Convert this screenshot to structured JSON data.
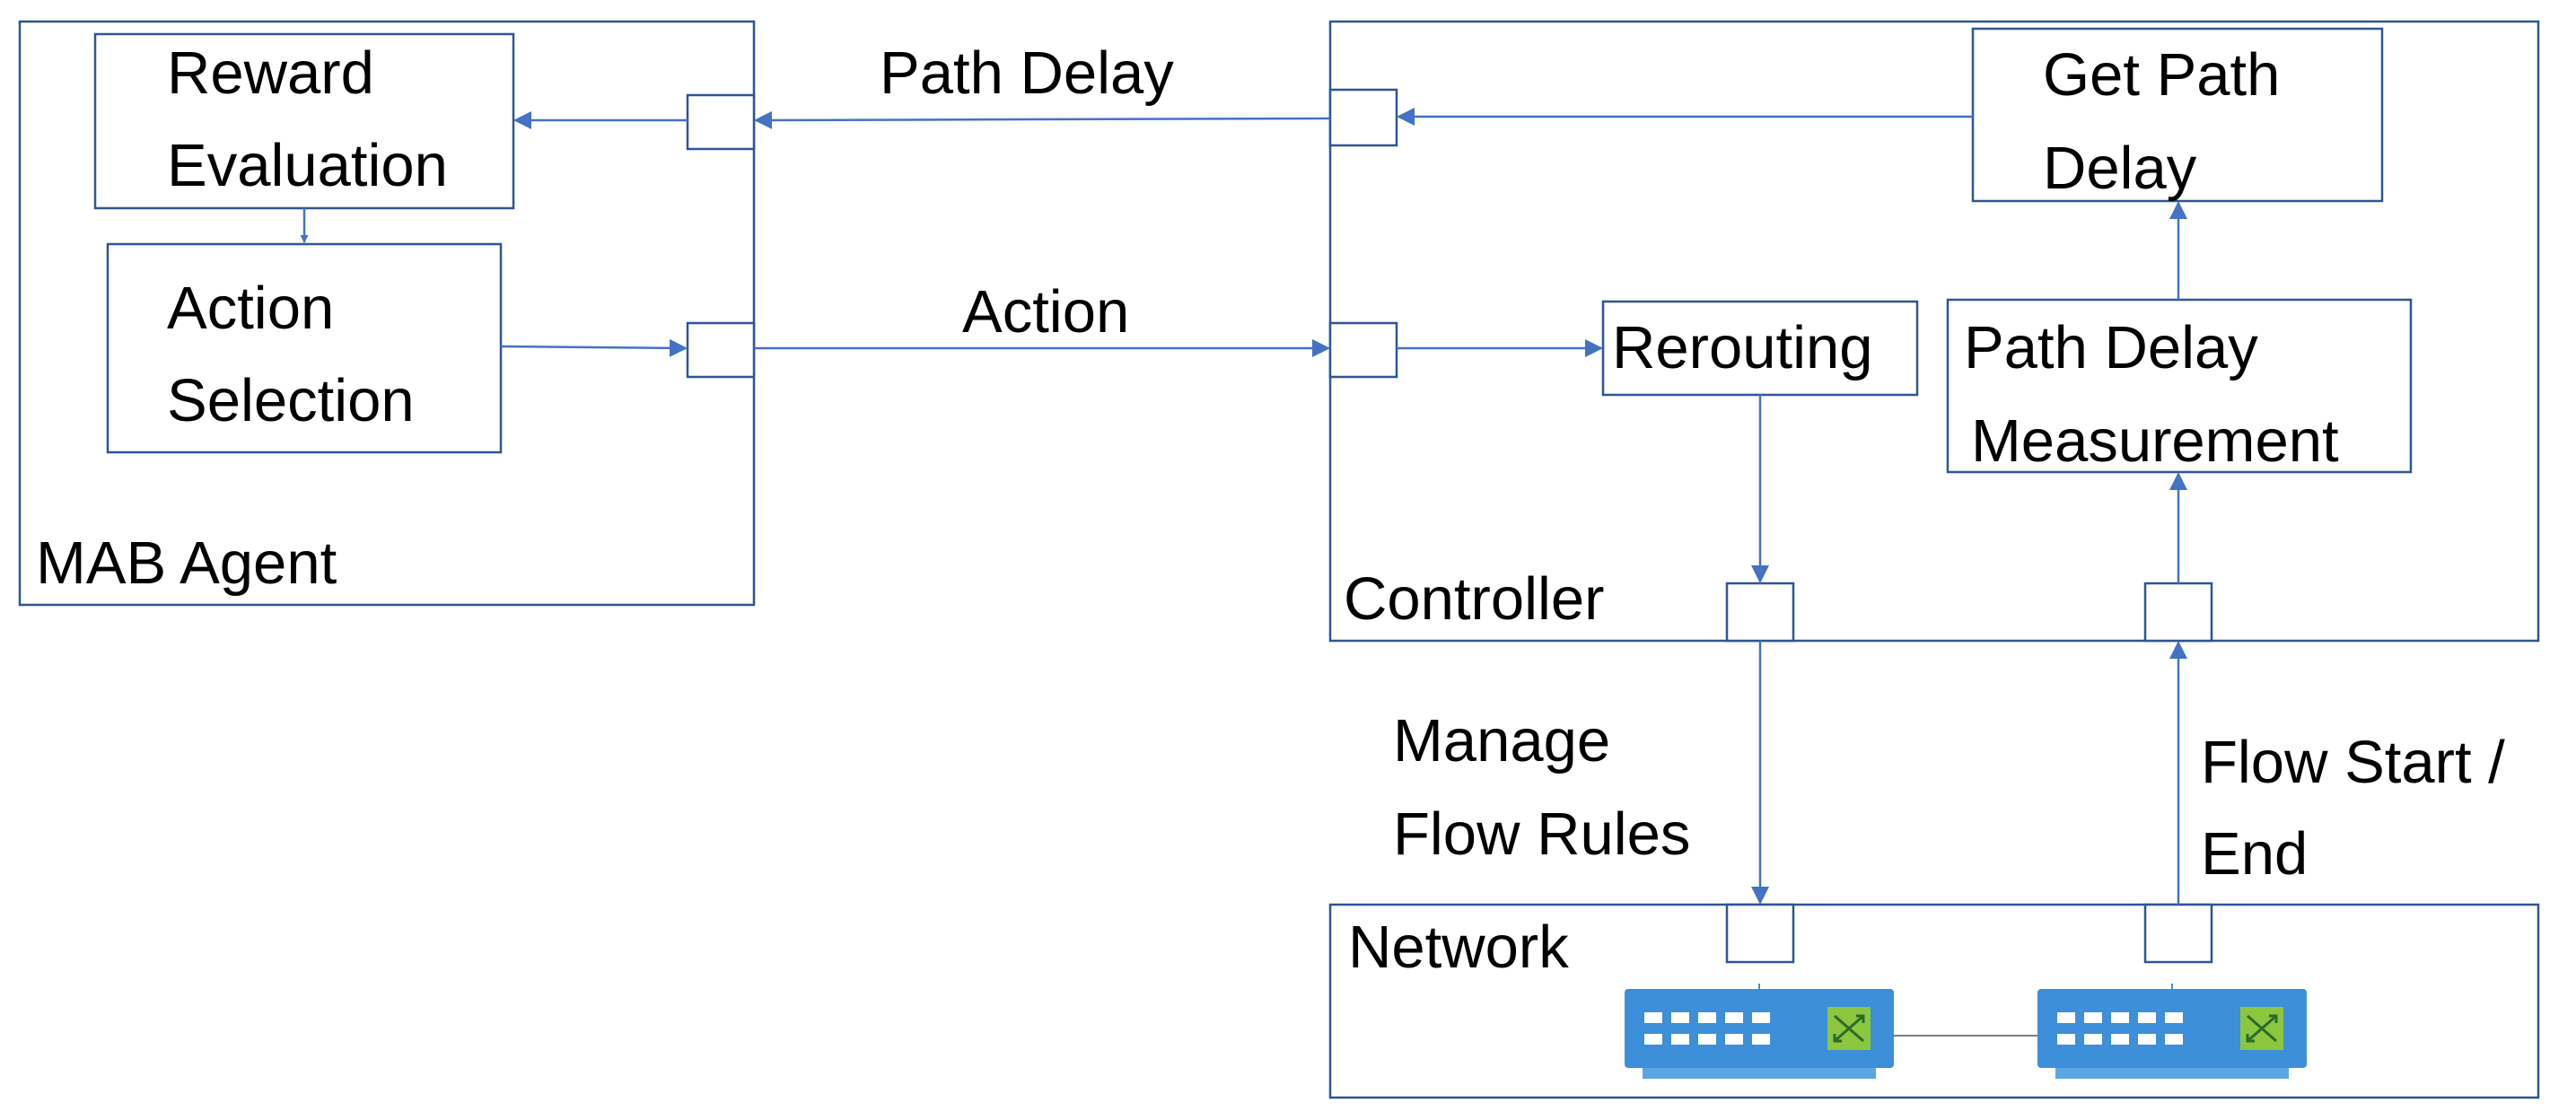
{
  "colors": {
    "box_stroke": "#2f5597",
    "connector": "#4472c4",
    "switch_body": "#3c8fd8",
    "switch_indicator": "#8cc63f"
  },
  "containers": {
    "mab_agent": "MAB Agent",
    "controller": "Controller",
    "network": "Network"
  },
  "modules": {
    "reward_evaluation": [
      "Reward",
      "Evaluation"
    ],
    "action_selection": [
      "Action",
      "Selection"
    ],
    "get_path_delay": [
      "Get Path",
      "Delay"
    ],
    "rerouting": "Rerouting",
    "path_delay_measurement": [
      "Path Delay",
      "Measurement"
    ]
  },
  "edge_labels": {
    "path_delay": "Path Delay",
    "action": "Action",
    "manage_flow_rules": [
      "Manage",
      "Flow Rules"
    ],
    "flow_start_end": [
      "Flow Start /",
      "End"
    ]
  },
  "icons": {
    "switch": "network-switch-icon"
  }
}
